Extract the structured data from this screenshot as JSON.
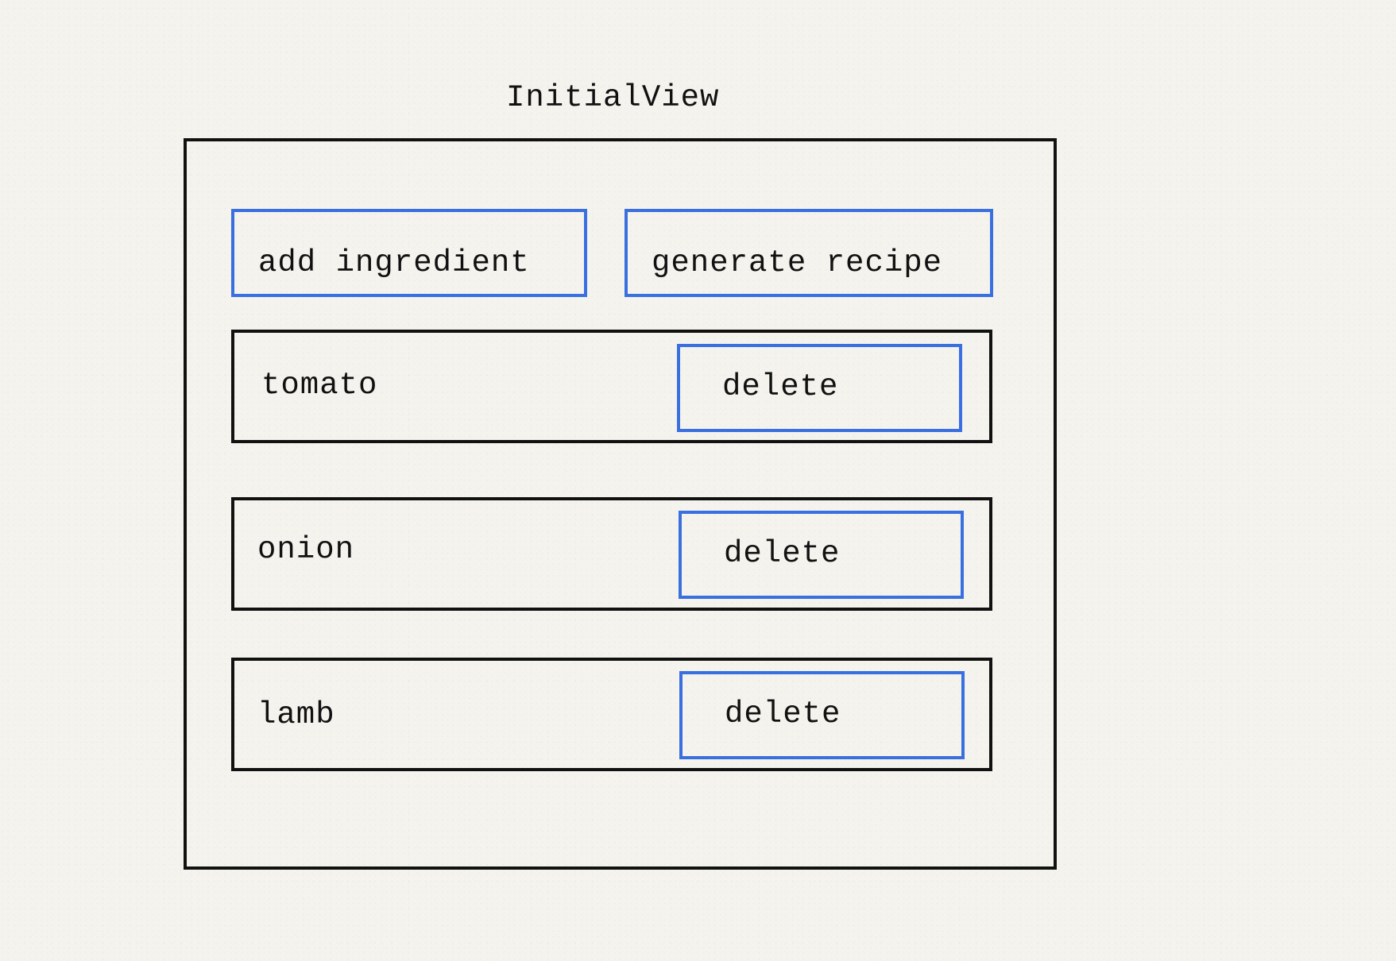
{
  "title": "InitialView",
  "toolbar": {
    "add_label": "add ingredient",
    "generate_label": "generate recipe"
  },
  "ingredients": [
    {
      "name": "tomato",
      "delete_label": "delete"
    },
    {
      "name": "onion",
      "delete_label": "delete"
    },
    {
      "name": "lamb",
      "delete_label": "delete"
    }
  ],
  "colors": {
    "background": "#f4f3ee",
    "container_border": "#111111",
    "button_border": "#3a6fe0"
  }
}
